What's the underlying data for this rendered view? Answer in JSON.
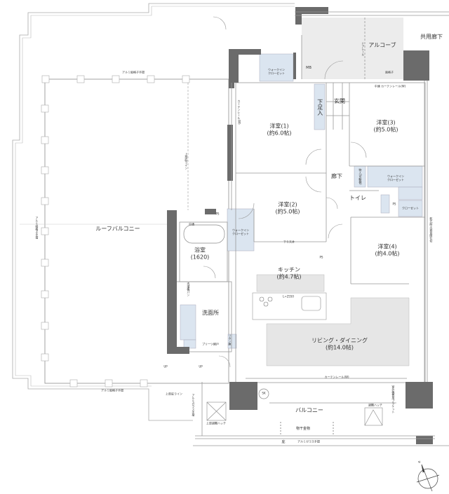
{
  "colors": {
    "wall": "#6b6b6b",
    "closet": "#dbe5f0",
    "floor_shade": "#e6e6e6",
    "line": "#9a9a9a"
  },
  "rooms": {
    "western1": {
      "name": "洋室(1)",
      "size": "(約6.0帖)"
    },
    "western2": {
      "name": "洋室(2)",
      "size": "(約5.0帖)"
    },
    "western3": {
      "name": "洋室(3)",
      "size": "(約5.0帖)"
    },
    "western4": {
      "name": "洋室(4)",
      "size": "(約4.0帖)"
    },
    "kitchen": {
      "name": "キッチン",
      "size": "(約4.7帖)"
    },
    "living": {
      "name": "リビング・ダイニング",
      "size": "(約14.0帖)"
    },
    "bath": {
      "name": "浴室",
      "size": "(1620)"
    },
    "washroom": {
      "name": "洗面所"
    },
    "entrance": {
      "name": "玄関"
    },
    "hallway": {
      "name": "廊下"
    },
    "toilet": {
      "name": "トイレ"
    },
    "alcove": {
      "name": "アルコーブ"
    },
    "balcony": {
      "name": "バルコニー"
    },
    "roof_balcony": {
      "name": "ルーフバルコニー"
    }
  },
  "labels": {
    "common_corridor": "共用廊下",
    "mb": "MB",
    "wic1": "ウォークイン\nクローゼット",
    "wic2": "ウォークイン\nクローゼット",
    "wic3": "ウォークイン\nクローゼット",
    "shoe_box": "下足入",
    "storage": "物入(可動棚)",
    "closet": "クローゼット",
    "ps1": "PS",
    "ps2": "PS",
    "ps3": "PS",
    "lowered_ceiling": "下り天井",
    "curtain_rail_w": "カーテンレール(W)",
    "curtain_rail_mid": "中連 カーテンレール(W)",
    "curtain_rail_left": "カーテンレール(W)",
    "door_rail": "ドアレール",
    "lattice": "面格子",
    "aluminum_lattice_top": "アルミ縦格子手摺",
    "aluminum_lattice_left": "アルミ縦格子手摺",
    "aluminum_lattice_bottom": "アルミ縦格子手摺",
    "upper_eave_line": "上部庇ライン",
    "upper_eave_line2": "上部庇ライン",
    "aluminum_glass_rail": "アルミガラス手摺",
    "aluminum_glass_rail_bottom": "アルミガラス手摺",
    "eave": "庇",
    "laundry_hanger": "物干金物",
    "evac_hatch": "避難ハッチ",
    "upper_evac_hatch": "上部避難ハッチ",
    "sk": "SK",
    "pleated_door": "プリーツ網戸",
    "linen": "リネン庫",
    "laundry_pan": "洗濯機パン",
    "stairs_up1": "UP",
    "stairs_up2": "UP",
    "counter_length": "L=2550",
    "partition": "乾式耐火遮音間仕切",
    "outdoor_unit_bracket": "室外機置用ブラケット",
    "mid": "中通"
  },
  "compass": {
    "north": "N"
  }
}
